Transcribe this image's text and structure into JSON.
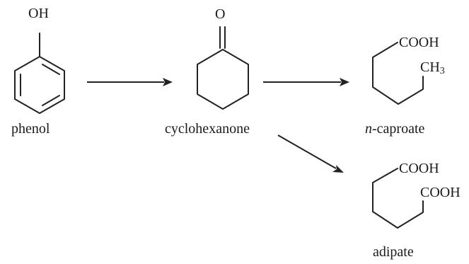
{
  "compounds": {
    "phenol": {
      "name": "phenol",
      "substituent": "OH"
    },
    "cyclohexanone": {
      "name": "cyclohexanone",
      "substituent": "O"
    },
    "caproate": {
      "name_prefix": "n",
      "name_rest": "-caproate",
      "group_top": "COOH",
      "group_end_main": "CH",
      "group_end_sub": "3"
    },
    "adipate": {
      "name": "adipate",
      "group_top": "COOH",
      "group_end": "COOH"
    }
  },
  "colors": {
    "ink": "#222222",
    "background": "#ffffff"
  }
}
